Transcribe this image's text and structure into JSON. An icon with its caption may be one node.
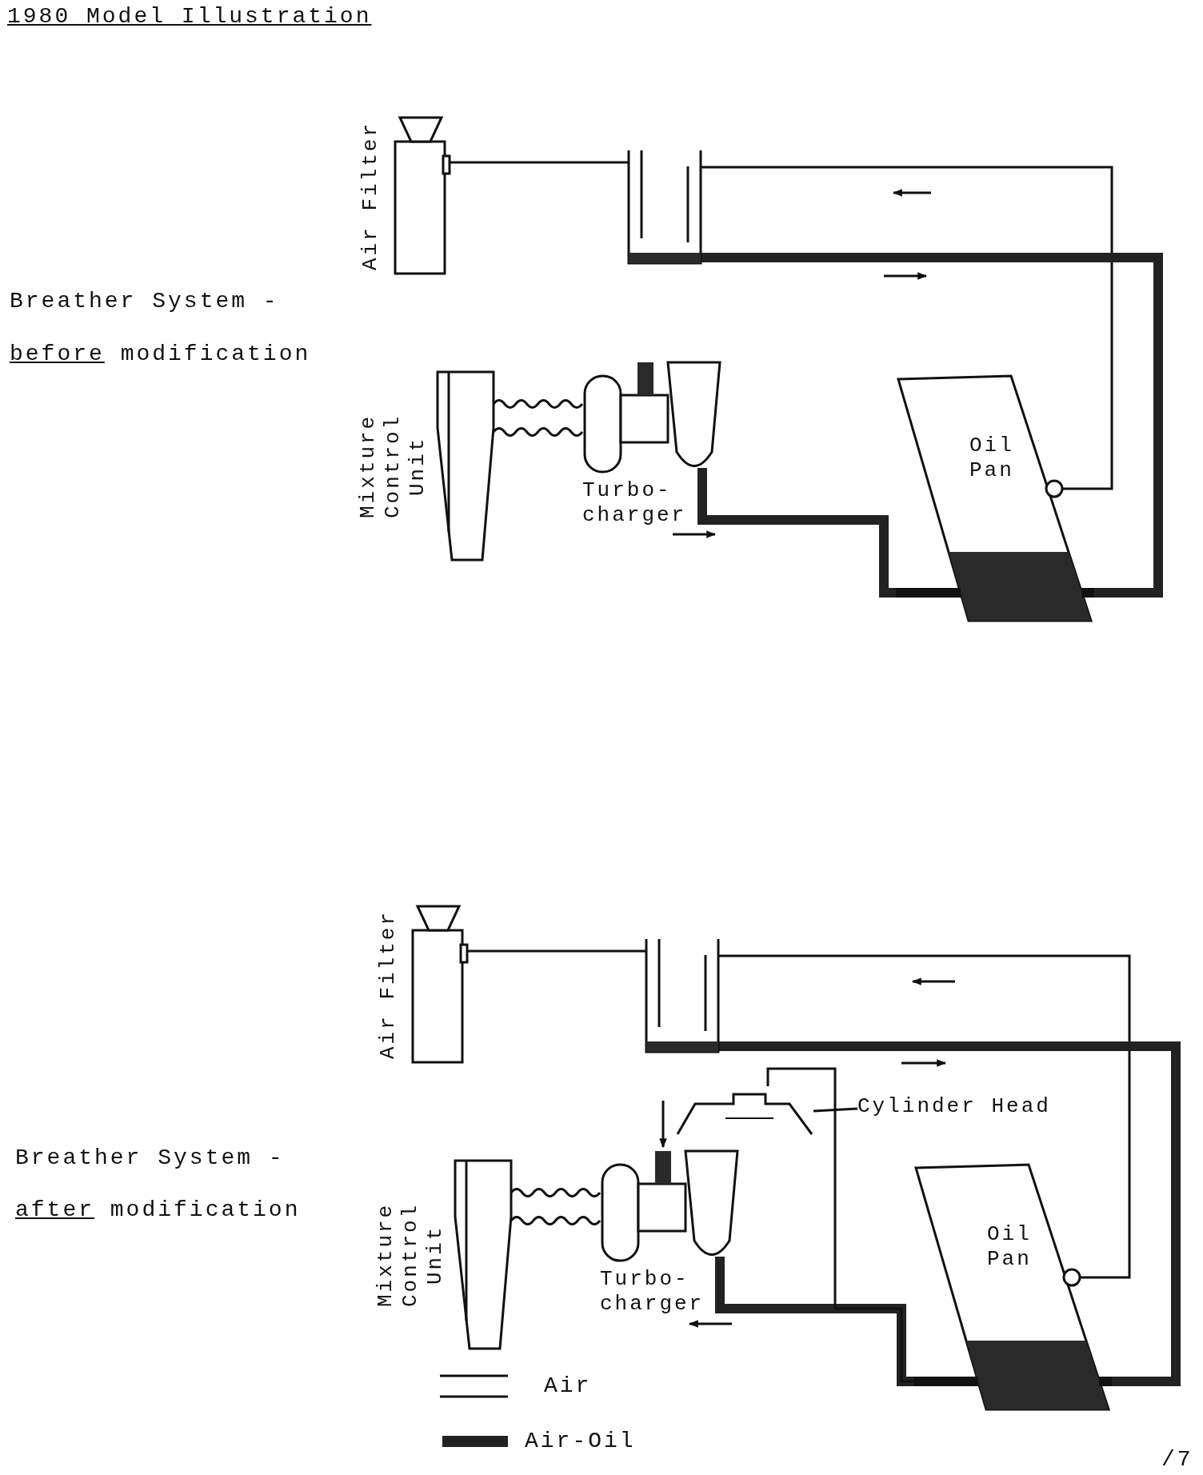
{
  "diagram": {
    "title": "1980 Model Illustration",
    "nodes": [
      {
        "text": [
          "Air Filter"
        ]
      },
      {
        "text": [],
        "shape": "box"
      },
      {
        "text": [
          "Mixture Control Unit"
        ]
      },
      {
        "text": [
          "Turbo- charger"
        ]
      },
      {
        "text": [
          "Oil Pan"
        ]
      },
      {
        "text": [
          "Air Filter"
        ]
      },
      {
        "text": [],
        "shape": "box"
      },
      {
        "text": [
          "Mixture Control Unit"
        ]
      },
      {
        "text": [
          "Turbo- charger"
        ]
      },
      {
        "text": [],
        "shape": "box"
      },
      {
        "text": [
          "Cylinder Head"
        ]
      },
      {
        "text": [
          "Oil Pan"
        ]
      }
    ],
    "edges": [
      {
        "from": 0,
        "to": 1,
        "arrow": "none"
      },
      {
        "from": 1,
        "to": 4,
        "arrow": "none"
      },
      {
        "from": 1,
        "to": 4,
        "arrow": "none",
        "style": "thick"
      },
      {
        "from": 3,
        "to": 4,
        "arrow": "none",
        "style": "thick"
      },
      {
        "from": 2,
        "to": 3,
        "arrow": "none"
      },
      {
        "from": 5,
        "to": 6,
        "arrow": "none"
      },
      {
        "from": 6,
        "to": 11,
        "arrow": "none"
      },
      {
        "from": 6,
        "to": 11,
        "arrow": "none",
        "style": "thick"
      },
      {
        "from": 8,
        "to": 11,
        "arrow": "none",
        "style": "thick"
      },
      {
        "from": 7,
        "to": 8,
        "arrow": "none"
      },
      {
        "from": 9,
        "to": 11,
        "arrow": "none"
      },
      {
        "from": 10,
        "to": 9,
        "arrow": "none"
      }
    ],
    "labels": [
      "Breather System -",
      "before modification",
      "Breather System -",
      "after modification",
      "/7"
    ],
    "legend": [
      {
        "text": "Air"
      },
      {
        "text": "Air-Oil"
      }
    ]
  }
}
